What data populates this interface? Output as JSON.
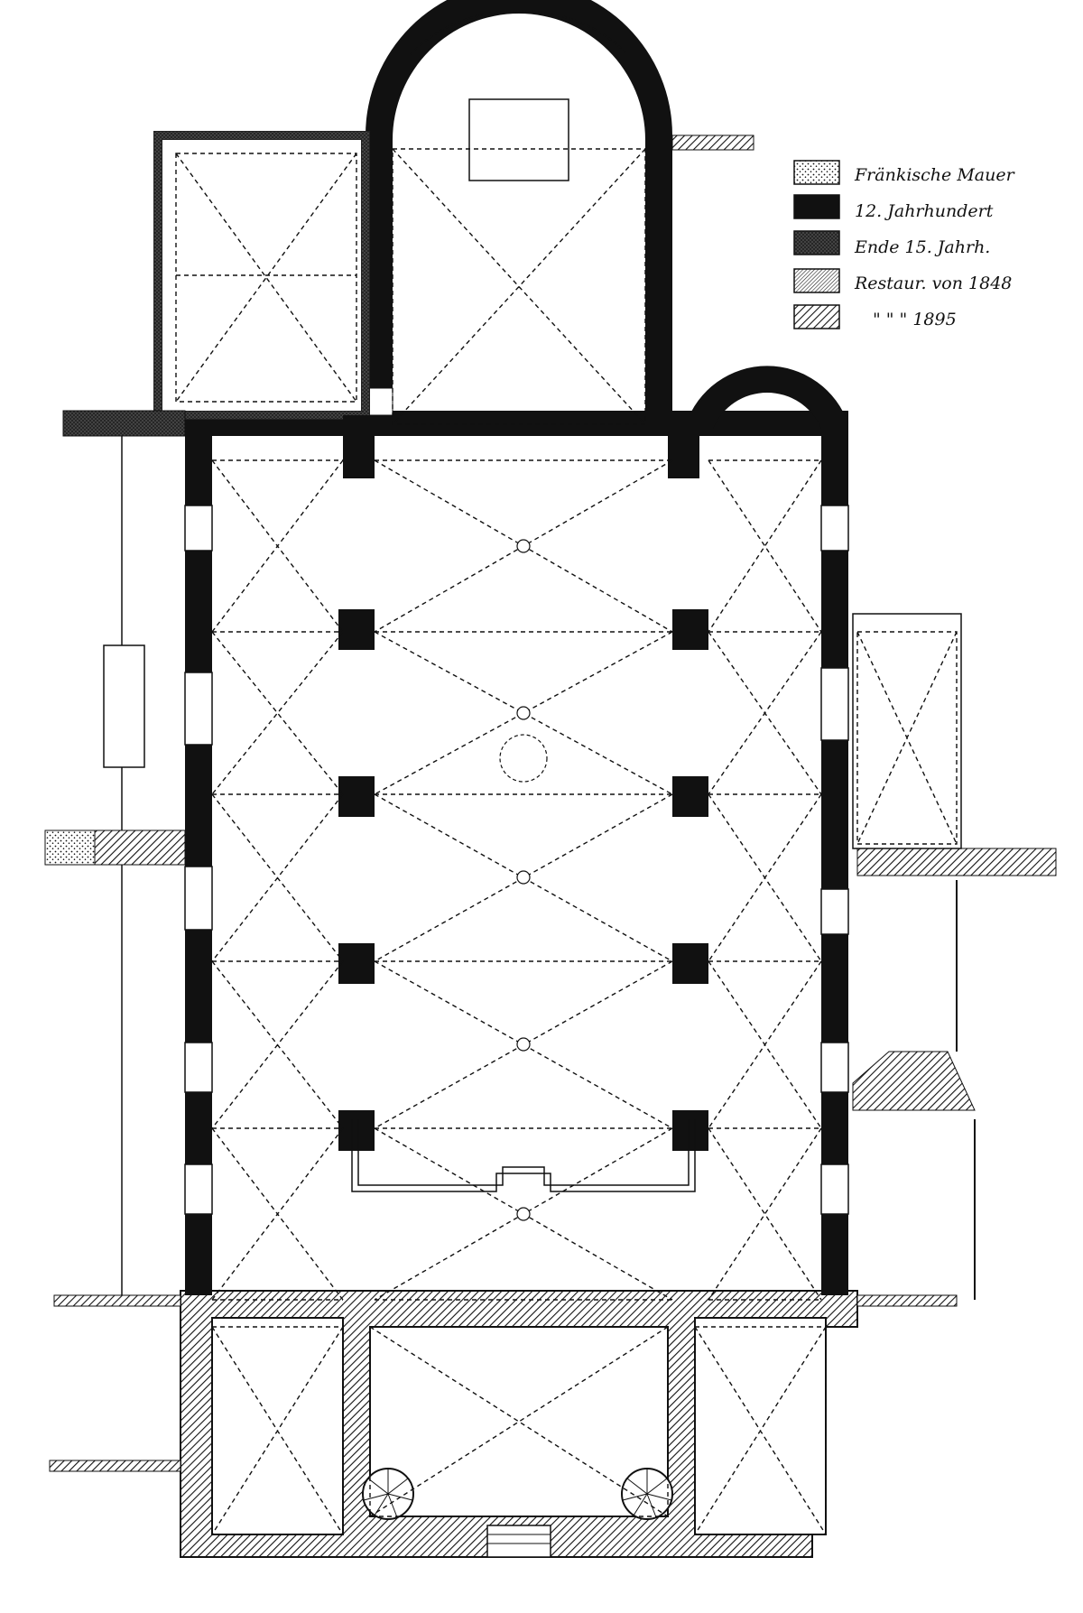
{
  "legend": {
    "items": [
      {
        "label": "Fränkische Mauer",
        "pattern": "dotted"
      },
      {
        "label": "12. Jahrhundert",
        "pattern": "solid"
      },
      {
        "label": "Ende 15. Jahrh.",
        "pattern": "dark-crosshatch"
      },
      {
        "label": "Restaur. von 1848",
        "pattern": "fine-hatch"
      },
      {
        "label": "\"  \"  \" 1895",
        "pattern": "diagonal-hatch"
      }
    ]
  },
  "colors": {
    "ink": "#111111",
    "paper": "#ffffff"
  }
}
